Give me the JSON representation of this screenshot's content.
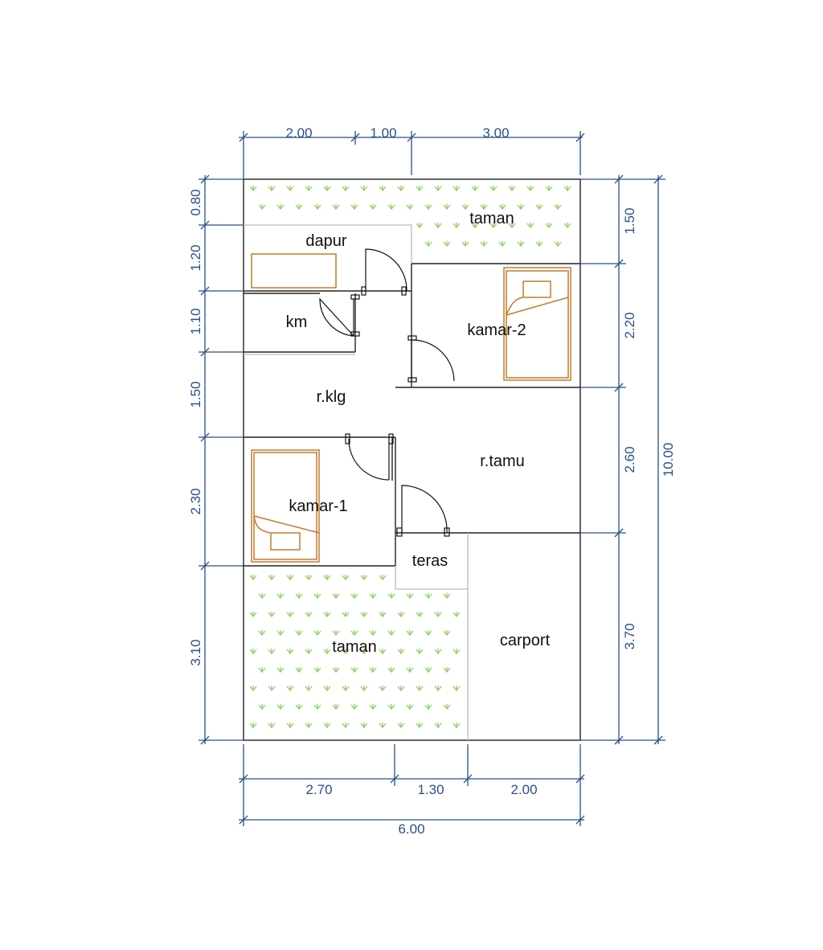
{
  "rooms": {
    "taman_top": "taman",
    "dapur": "dapur",
    "km": "km",
    "kamar2": "kamar-2",
    "rklg": "r.klg",
    "rtamu": "r.tamu",
    "kamar1": "kamar-1",
    "teras": "teras",
    "taman_bottom": "taman",
    "carport": "carport"
  },
  "dimensions": {
    "top": [
      "2.00",
      "1.00",
      "3.00"
    ],
    "left": [
      "0.80",
      "1.20",
      "1.10",
      "1.50",
      "2.30",
      "3.10"
    ],
    "right_inner": [
      "1.50",
      "2.20",
      "2.60",
      "3.70"
    ],
    "right_total": "10.00",
    "bottom": [
      "2.70",
      "1.30",
      "2.00"
    ],
    "bottom_total": "6.00"
  },
  "colors": {
    "dimension": "#2a4f8a",
    "furniture": "#c47a2c",
    "grass": "#8fd16a",
    "wall": "#222222"
  }
}
